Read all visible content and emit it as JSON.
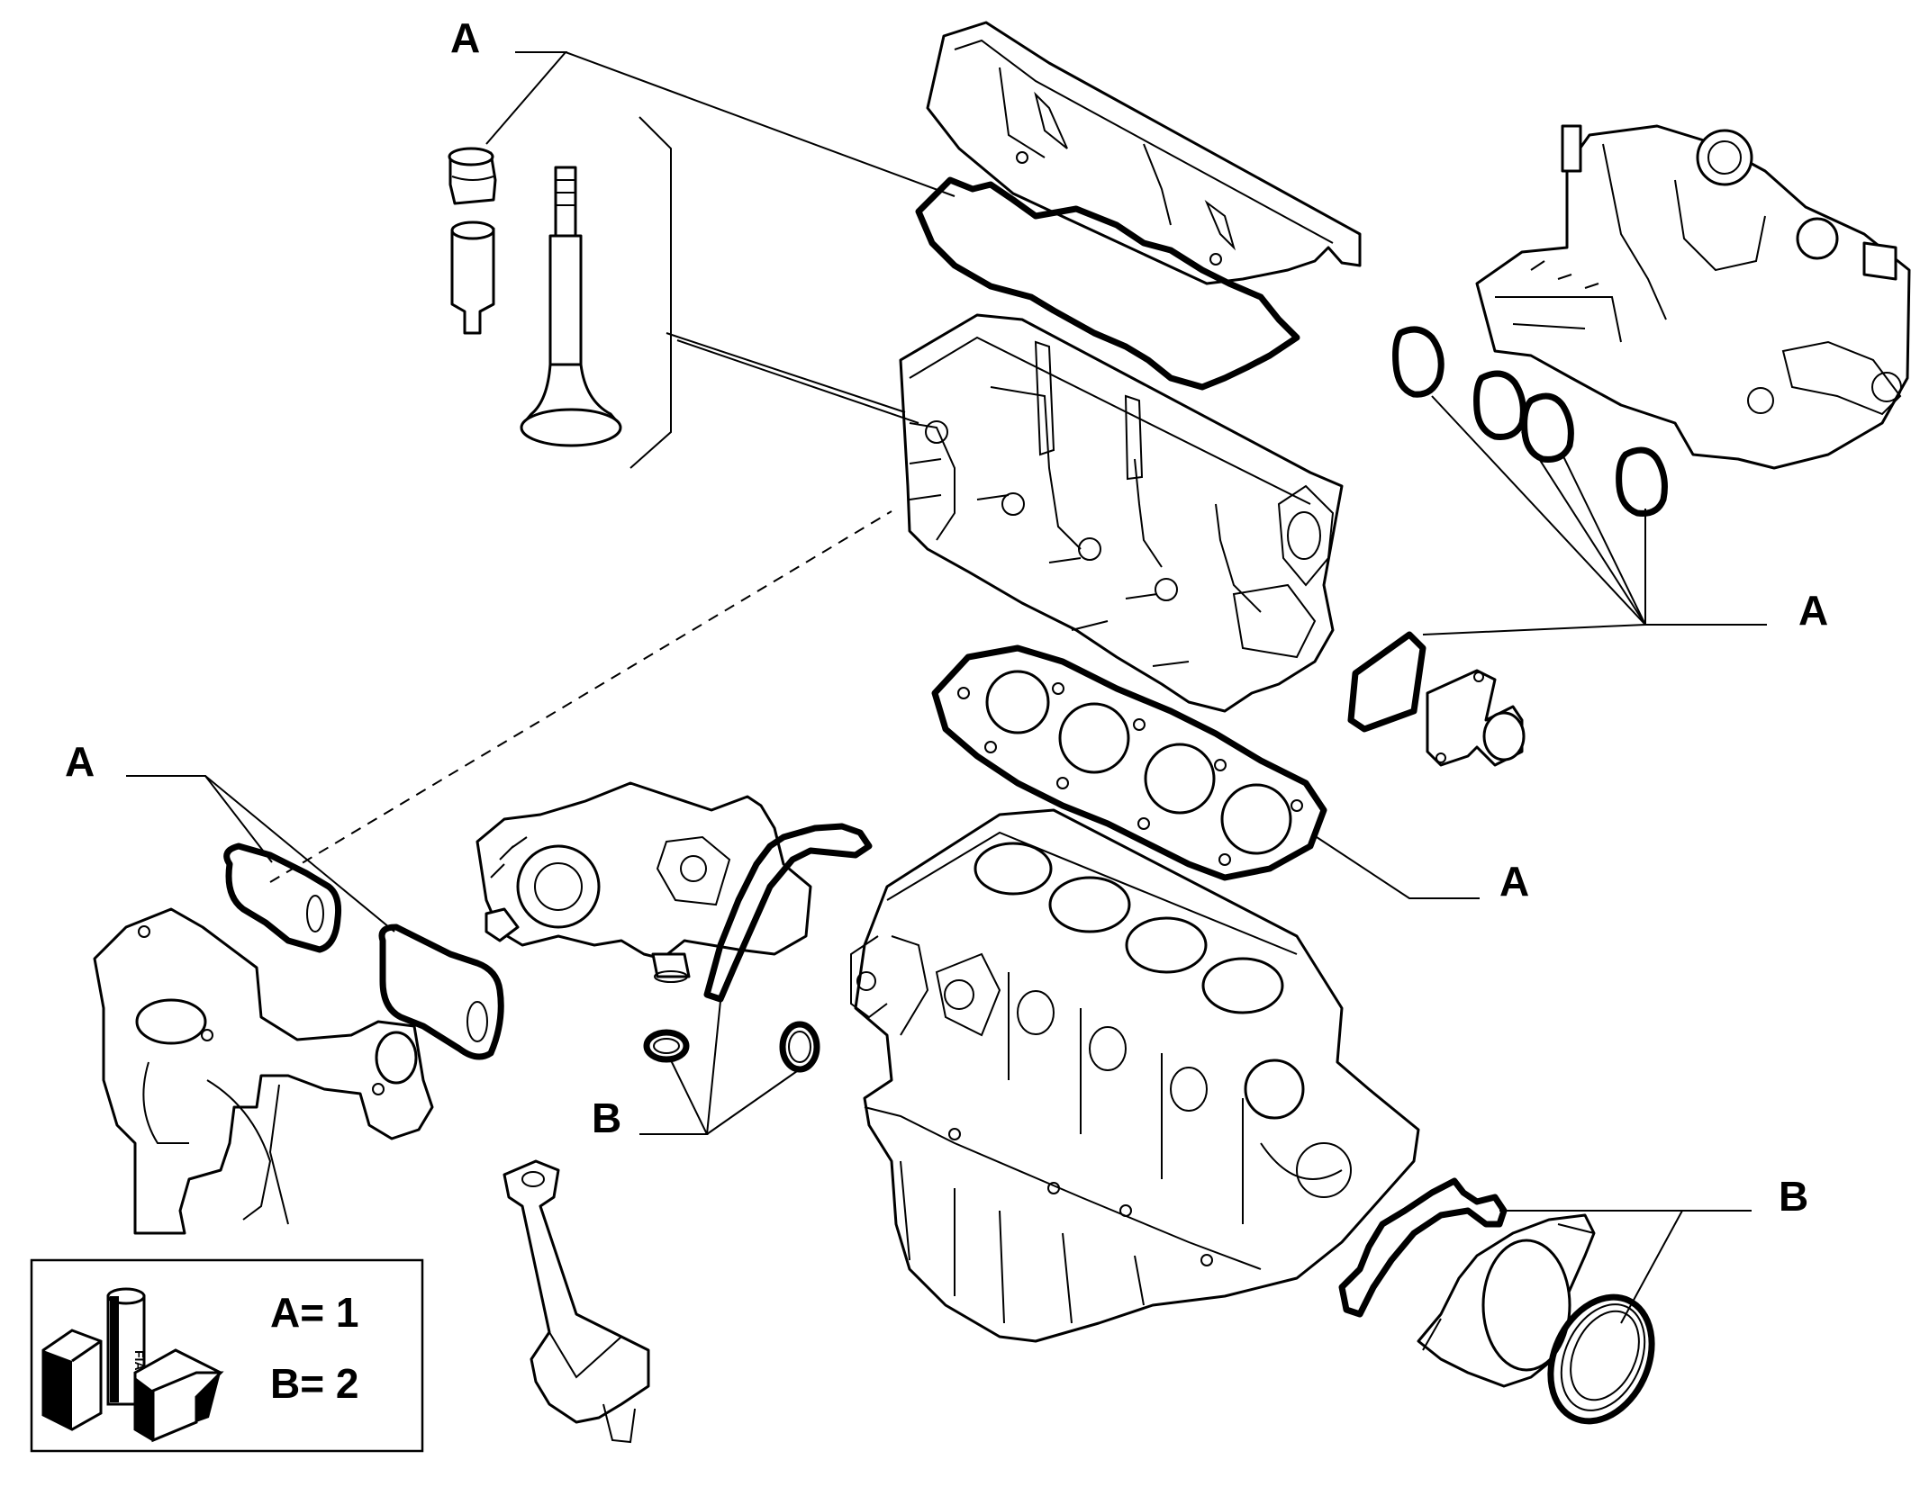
{
  "callouts": {
    "a_top": "A",
    "a_right": "A",
    "a_left": "A",
    "a_gasket": "A",
    "b_left": "B",
    "b_right": "B"
  },
  "legend": {
    "line_a": "A= 1",
    "line_b": "B= 2",
    "brand_mark": "FIAT"
  },
  "icons": [
    "kit-boxes-icon"
  ]
}
